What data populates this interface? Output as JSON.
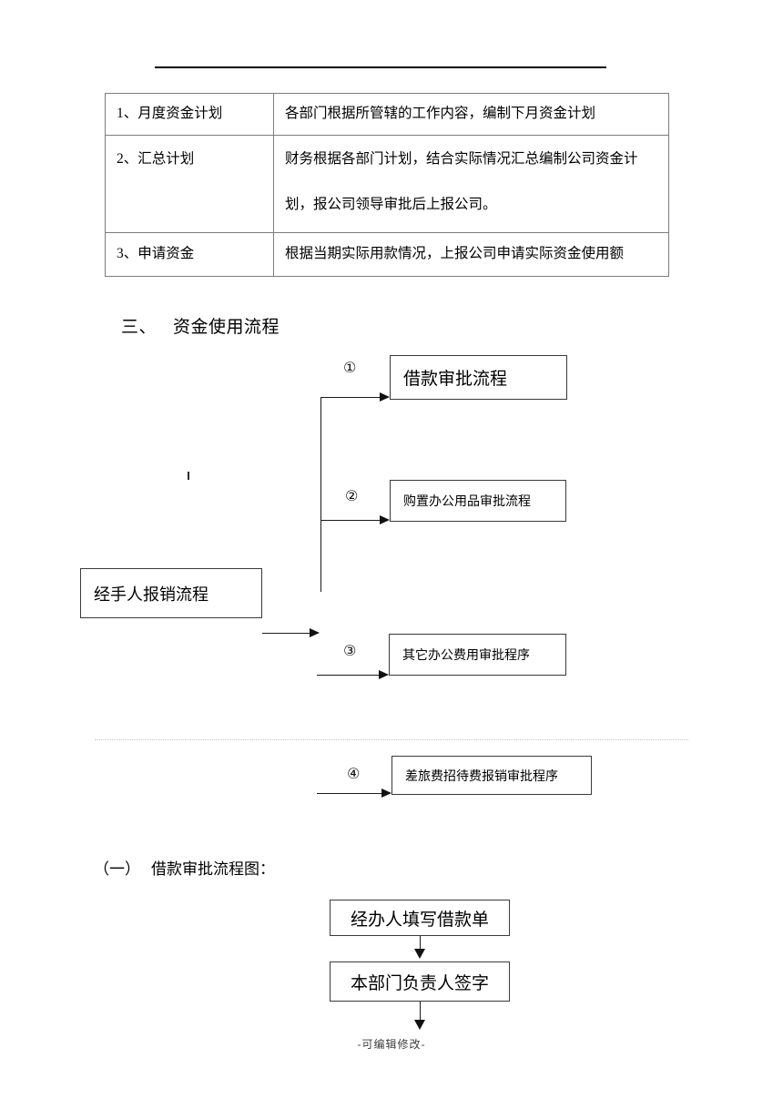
{
  "document": {
    "footer_note": "-可编辑修改-"
  },
  "plan_table": {
    "rows": [
      {
        "label": "1、月度资金计划",
        "lines": [
          "各部门根据所管辖的工作内容，编制下月资金计划"
        ]
      },
      {
        "label": "2、汇总计划",
        "lines": [
          "财务根据各部门计划，结合实际情况汇总编制公司资金计",
          "划，报公司领导审批后上报公司。"
        ]
      },
      {
        "label": "3、申请资金",
        "lines": [
          "根据当期实际用款情况，上报公司申请实际资金使用额"
        ]
      }
    ]
  },
  "section_three": {
    "number": "三、",
    "title": "资金使用流程",
    "source_box": "经手人报销流程",
    "branches": [
      {
        "marker": "①",
        "label": "借款审批流程"
      },
      {
        "marker": "②",
        "label": "购置办公用品审批流程"
      },
      {
        "marker": "③",
        "label": "其它办公费用审批程序"
      },
      {
        "marker": "④",
        "label": "差旅费招待费报销审批程序"
      }
    ]
  },
  "subsection_one": {
    "number": "（一）",
    "title": "借款审批流程图：",
    "steps": [
      "经办人填写借款单",
      "本部门负责人签字"
    ]
  }
}
